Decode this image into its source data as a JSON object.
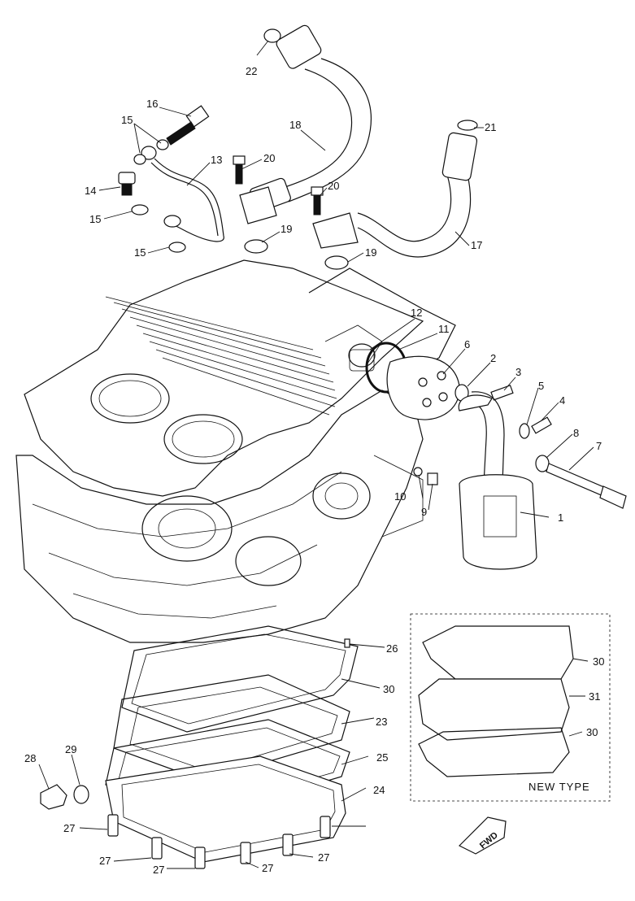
{
  "diagram": {
    "callouts": [
      {
        "id": "c1",
        "label": "1"
      },
      {
        "id": "c2",
        "label": "2"
      },
      {
        "id": "c3",
        "label": "3"
      },
      {
        "id": "c4",
        "label": "4"
      },
      {
        "id": "c5",
        "label": "5"
      },
      {
        "id": "c6",
        "label": "6"
      },
      {
        "id": "c7",
        "label": "7"
      },
      {
        "id": "c8",
        "label": "8"
      },
      {
        "id": "c9",
        "label": "9"
      },
      {
        "id": "c10",
        "label": "10"
      },
      {
        "id": "c11",
        "label": "11"
      },
      {
        "id": "c12",
        "label": "12"
      },
      {
        "id": "c13",
        "label": "13"
      },
      {
        "id": "c14",
        "label": "14"
      },
      {
        "id": "c15a",
        "label": "15"
      },
      {
        "id": "c15b",
        "label": "15"
      },
      {
        "id": "c15c",
        "label": "15"
      },
      {
        "id": "c16",
        "label": "16"
      },
      {
        "id": "c17",
        "label": "17"
      },
      {
        "id": "c18",
        "label": "18"
      },
      {
        "id": "c19a",
        "label": "19"
      },
      {
        "id": "c19b",
        "label": "19"
      },
      {
        "id": "c20a",
        "label": "20"
      },
      {
        "id": "c20b",
        "label": "20"
      },
      {
        "id": "c21",
        "label": "21"
      },
      {
        "id": "c22",
        "label": "22"
      },
      {
        "id": "c23",
        "label": "23"
      },
      {
        "id": "c24",
        "label": "24"
      },
      {
        "id": "c25",
        "label": "25"
      },
      {
        "id": "c26",
        "label": "26"
      },
      {
        "id": "c27a",
        "label": "27"
      },
      {
        "id": "c27b",
        "label": "27"
      },
      {
        "id": "c27c",
        "label": "27"
      },
      {
        "id": "c27d",
        "label": "27"
      },
      {
        "id": "c27e",
        "label": "27"
      },
      {
        "id": "c28",
        "label": "28"
      },
      {
        "id": "c29",
        "label": "29"
      },
      {
        "id": "c30a",
        "label": "30"
      },
      {
        "id": "c30b",
        "label": "30"
      },
      {
        "id": "c30c",
        "label": "30"
      },
      {
        "id": "c31",
        "label": "31"
      }
    ],
    "inset_title": "NEW  TYPE",
    "fwd_mark": "FWD"
  }
}
